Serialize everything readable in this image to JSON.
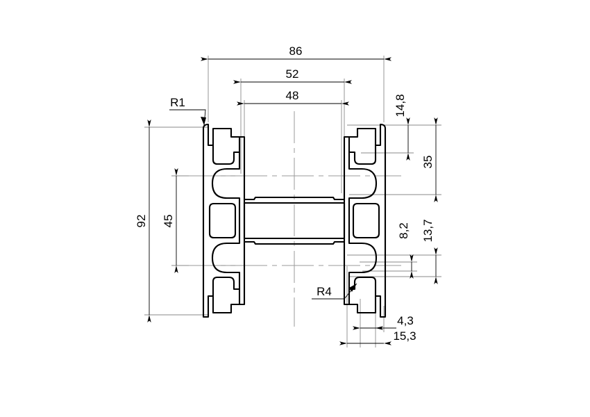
{
  "drawing": {
    "type": "technical-cross-section",
    "title": "Aluminium extrusion profile cross-section",
    "units": "mm",
    "decimal_separator": ",",
    "background_color": "#ffffff",
    "line_color": "#000000",
    "extension_line_color": "#8a8a8a",
    "center_line_color": "#9a9a9a"
  },
  "dimensions": {
    "overall_width": "86",
    "inner_width_52": "52",
    "inner_width_48": "48",
    "overall_height": "92",
    "center_height_45": "45",
    "top_offset_14_8": "14,8",
    "upper_block_35": "35",
    "slot_gap_8_2": "8,2",
    "slot_gap_13_7": "13,7",
    "flange_4_3": "4,3",
    "flange_15_3": "15,3"
  },
  "radii": {
    "corner_r1": "R1",
    "corner_r4": "R4"
  },
  "labels": {
    "top_width": "86",
    "mid_width": "52",
    "inner_width": "48",
    "left_height": "92",
    "left_mid_height": "45",
    "right_top": "14,8",
    "right_block": "35",
    "right_small": "8,2",
    "right_slot": "13,7",
    "bottom_small": "4,3",
    "bottom_large": "15,3",
    "radius_top_left": "R1",
    "radius_bottom_right": "R4"
  }
}
